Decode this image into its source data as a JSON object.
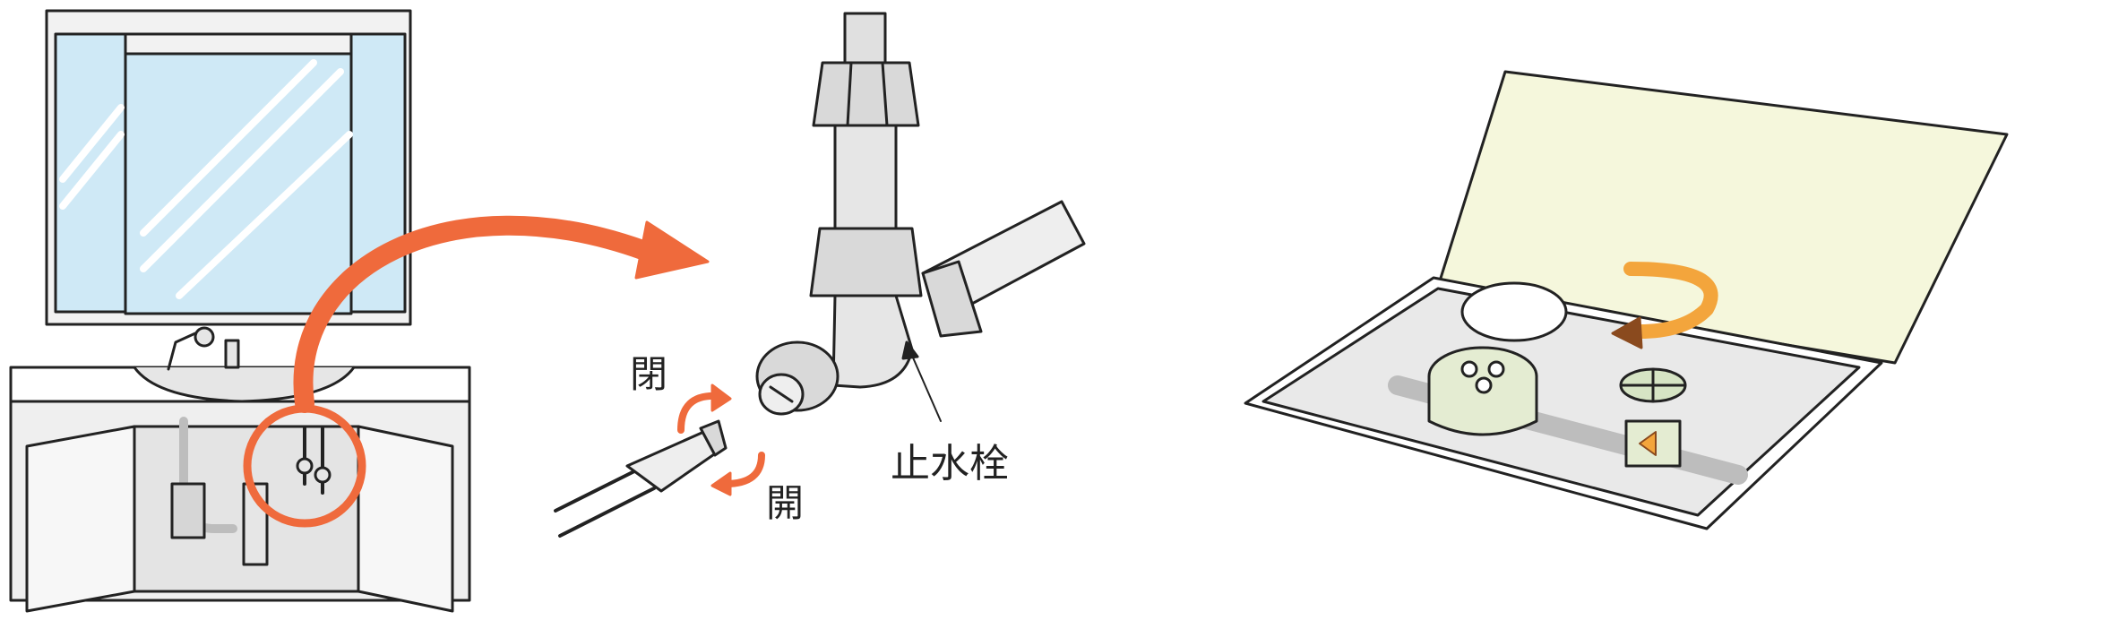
{
  "labels": {
    "close": "閉",
    "open": "開",
    "stop_valve": "止水栓"
  },
  "colors": {
    "outline": "#222222",
    "mirror_blue": "#cfe9f6",
    "pipe_gray": "#d9d9d9",
    "cabinet_gray": "#efefef",
    "arrow_orange": "#ef6a3c",
    "lid_cream": "#f5f7dc",
    "meter_green": "#e4ecd2",
    "turn_arrow_orange": "#f3a53c",
    "turn_arrow_brown": "#8a4a1e"
  },
  "icons": {
    "panel1": "vanity-sink-cabinet",
    "panel2": "stop-valve-with-screwdriver",
    "panel3": "water-meter-box"
  }
}
